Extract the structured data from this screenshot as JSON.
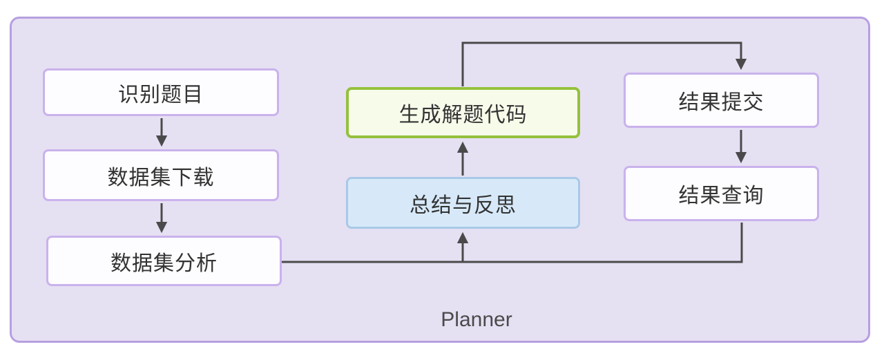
{
  "diagram": {
    "container_label": "Planner",
    "nodes": {
      "identify": {
        "label": "识别题目"
      },
      "download": {
        "label": "数据集下载"
      },
      "analyze": {
        "label": "数据集分析"
      },
      "generate": {
        "label": "生成解题代码"
      },
      "reflect": {
        "label": "总结与反思"
      },
      "submit": {
        "label": "结果提交"
      },
      "query": {
        "label": "结果查询"
      }
    },
    "edges": [
      {
        "from": "识别题目",
        "to": "数据集下载"
      },
      {
        "from": "数据集下载",
        "to": "数据集分析"
      },
      {
        "from": "数据集分析",
        "to": "总结与反思"
      },
      {
        "from": "结果查询",
        "to": "总结与反思"
      },
      {
        "from": "总结与反思",
        "to": "生成解题代码"
      },
      {
        "from": "生成解题代码",
        "to": "结果提交"
      },
      {
        "from": "结果提交",
        "to": "结果查询"
      }
    ],
    "colors": {
      "container_fill": "#e6e0f3",
      "container_border": "#b79fe0",
      "default_node_fill": "#fdfcfe",
      "default_node_border": "#c9b2ec",
      "generate_node_fill": "#f7fbea",
      "generate_node_border": "#94c13d",
      "reflect_node_fill": "#d7e9f9",
      "reflect_node_border": "#a9c9e6",
      "arrow": "#4a4a4a",
      "label_text": "#333333"
    }
  }
}
